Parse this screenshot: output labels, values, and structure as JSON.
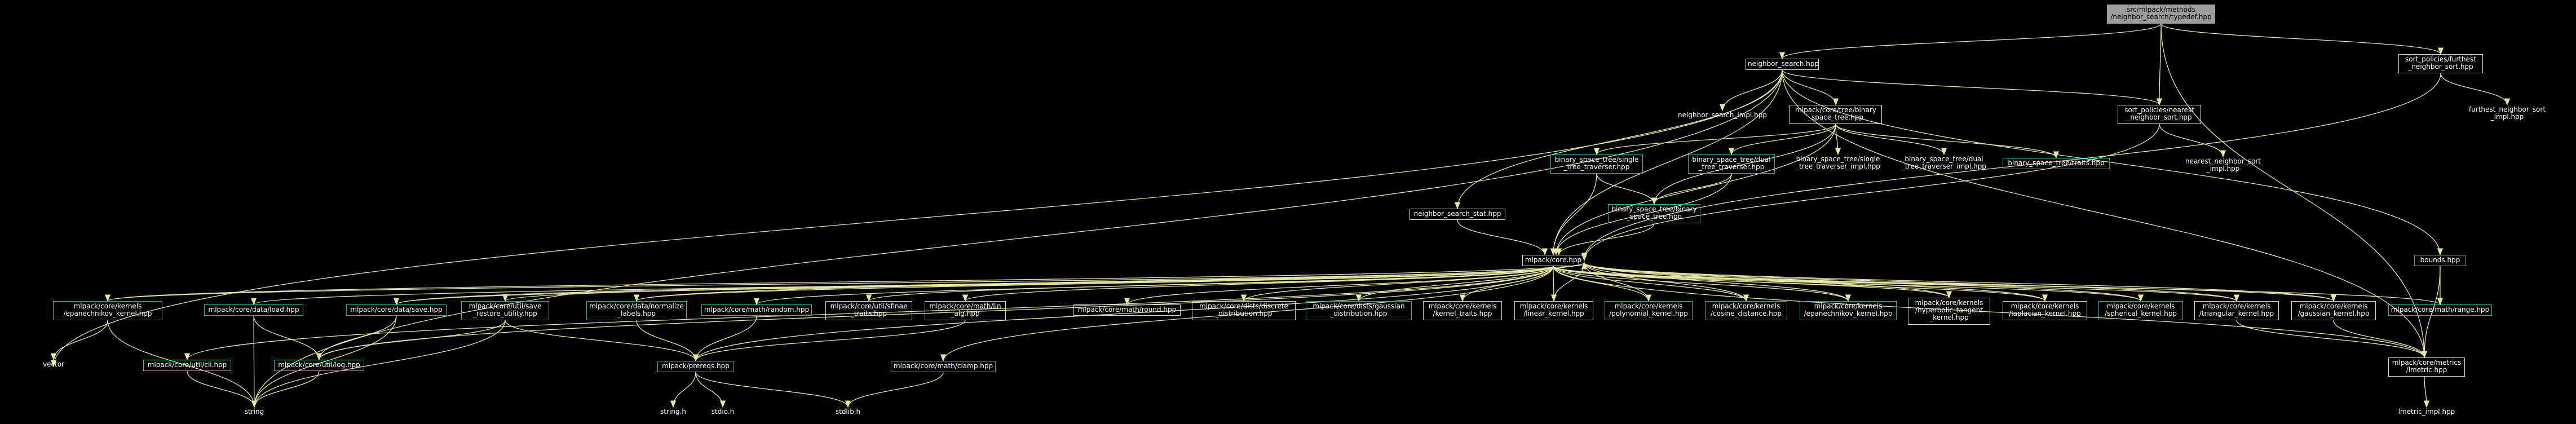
{
  "colors": {
    "background": "#000000",
    "edge_main": "#e8e8a0",
    "edge_white": "#ffffff",
    "box_cyan": "#2bb3b3",
    "box_white": "#d8d8d8",
    "box_root": "#9c9c9c"
  },
  "nodes": {
    "root": [
      "src/mlpack/methods",
      "/neighbor_search/typedef.hpp"
    ],
    "neighbor_search": [
      "neighbor_search.hpp"
    ],
    "sort_furthest": [
      "sort_policies/furthest",
      "_neighbor_sort.hpp"
    ],
    "furthest_impl": [
      "furthest_neighbor_sort",
      "_impl.hpp"
    ],
    "neighbor_search_impl": [
      "neighbor_search_impl.hpp"
    ],
    "binary_space_tree": [
      "mlpack/core/tree/binary",
      "_space_tree.hpp"
    ],
    "sort_nearest": [
      "sort_policies/nearest",
      "_neighbor_sort.hpp"
    ],
    "nearest_impl": [
      "nearest_neighbor_sort",
      "_impl.hpp"
    ],
    "single_trav": [
      "binary_space_tree/single",
      "_tree_traverser.hpp"
    ],
    "dual_trav": [
      "binary_space_tree/dual",
      "_tree_traverser.hpp"
    ],
    "single_trav_impl": [
      "binary_space_tree/single",
      "_tree_traverser_impl.hpp"
    ],
    "dual_trav_impl": [
      "binary_space_tree/dual",
      "_tree_traverser_impl.hpp"
    ],
    "traits": [
      "binary_space_tree/traits.hpp"
    ],
    "bst_inner": [
      "binary_space_tree/binary",
      "_space_tree.hpp"
    ],
    "stat": [
      "neighbor_search_stat.hpp"
    ],
    "core": [
      "mlpack/core.hpp"
    ],
    "bounds": [
      "bounds.hpp"
    ],
    "epan": [
      "mlpack/core/kernels",
      "/epanechnikov_kernel.hpp"
    ],
    "data_load": [
      "mlpack/core/data/load.hpp"
    ],
    "data_save": [
      "mlpack/core/data/save.hpp"
    ],
    "save_restore": [
      "mlpack/core/util/save",
      "_restore_utility.hpp"
    ],
    "normalize": [
      "mlpack/core/data/normalize",
      "_labels.hpp"
    ],
    "random": [
      "mlpack/core/math/random.hpp"
    ],
    "sfinae": [
      "mlpack/core/util/sfinae",
      "_traits.hpp"
    ],
    "lin_alg": [
      "mlpack/core/math/lin",
      "_alg.hpp"
    ],
    "round": [
      "mlpack/core/math/round.hpp"
    ],
    "discrete": [
      "mlpack/core/dists/discrete",
      "_distribution.hpp"
    ],
    "gaussian_dist": [
      "mlpack/core/dists/gaussian",
      "_distribution.hpp"
    ],
    "kernel_traits": [
      "mlpack/core/kernels",
      "/kernel_traits.hpp"
    ],
    "linear": [
      "mlpack/core/kernels",
      "/linear_kernel.hpp"
    ],
    "poly": [
      "mlpack/core/kernels",
      "/polynomial_kernel.hpp"
    ],
    "cosine": [
      "mlpack/core/kernels",
      "/cosine_distance.hpp"
    ],
    "epan2": [
      "mlpack/core/kernels",
      "/epanechnikov_kernel.hpp"
    ],
    "hyperbolic": [
      "mlpack/core/kernels",
      "/hyperbolic_tangent",
      "_kernel.hpp"
    ],
    "laplacian": [
      "mlpack/core/kernels",
      "/laplacian_kernel.hpp"
    ],
    "spherical": [
      "mlpack/core/kernels",
      "/spherical_kernel.hpp"
    ],
    "triangular": [
      "mlpack/core/kernels",
      "/triangular_kernel.hpp"
    ],
    "gaussian_k": [
      "mlpack/core/kernels",
      "/gaussian_kernel.hpp"
    ],
    "range": [
      "mlpack/core/math/range.hpp"
    ],
    "metric": [
      "mlpack/core/metrics",
      "/lmetric.hpp"
    ],
    "lmetric_impl": [
      "lmetric_impl.hpp"
    ],
    "vector": [
      "vector"
    ],
    "cli": [
      "mlpack/core/util/cli.hpp"
    ],
    "log": [
      "mlpack/core/util/log.hpp"
    ],
    "prereqs": [
      "mlpack/prereqs.hpp"
    ],
    "clamp": [
      "mlpack/core/math/clamp.hpp"
    ],
    "string": [
      "string"
    ],
    "string_h": [
      "string.h"
    ],
    "stdio_h": [
      "stdio.h"
    ],
    "stdlib_h": [
      "stdlib.h"
    ]
  }
}
